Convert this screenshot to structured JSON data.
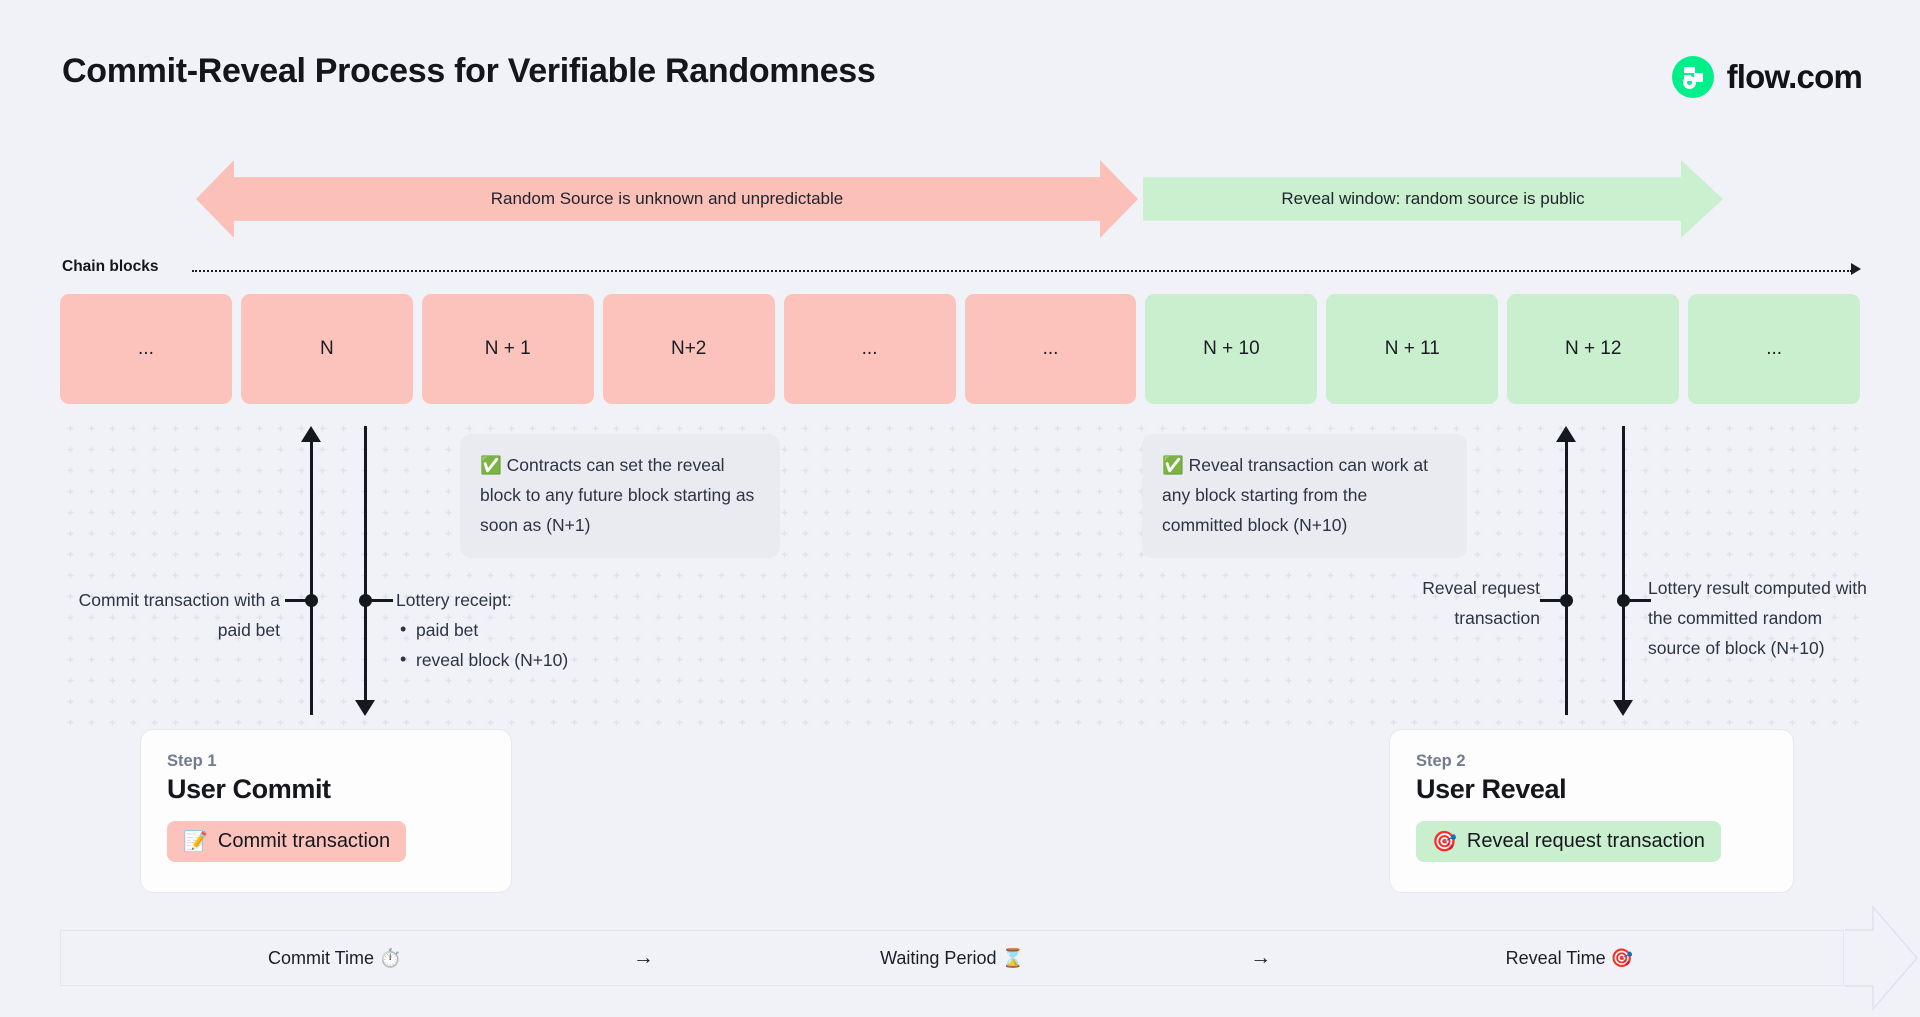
{
  "header": {
    "title": "Commit-Reveal Process for Verifiable Randomness",
    "brand": "flow.com",
    "brand_color": "#00ef8b"
  },
  "banners": [
    {
      "label": "Random Source is unknown and unpredictable",
      "color": "#fbc0b8",
      "direction": "double"
    },
    {
      "label": "Reveal window: random source is public",
      "color": "#caf0cf",
      "direction": "right"
    }
  ],
  "chain": {
    "label": "Chain blocks",
    "blocks": [
      {
        "label": "...",
        "state": "pink"
      },
      {
        "label": "N",
        "state": "pink"
      },
      {
        "label": "N + 1",
        "state": "pink"
      },
      {
        "label": "N+2",
        "state": "pink"
      },
      {
        "label": "...",
        "state": "pink"
      },
      {
        "label": "...",
        "state": "pink"
      },
      {
        "label": "N + 10",
        "state": "green"
      },
      {
        "label": "N + 11",
        "state": "green"
      },
      {
        "label": "N + 12",
        "state": "green"
      },
      {
        "label": "...",
        "state": "green"
      }
    ],
    "pink_color": "#fbc3bb",
    "green_color": "#c9efce"
  },
  "callouts": {
    "commit": {
      "icon": "white-check-mark",
      "icon_glyph": "✅",
      "text": "Contracts can set the reveal block to any future block starting as soon as (N+1)"
    },
    "reveal": {
      "icon": "white-check-mark",
      "icon_glyph": "✅",
      "text": "Reveal transaction can work at any block starting from the committed block (N+10)"
    }
  },
  "annotations": {
    "commit_tx": "Commit transaction with a paid bet",
    "lottery_receipt_title": "Lottery receipt:",
    "lottery_receipt_items": [
      "paid bet",
      "reveal block (N+10)"
    ],
    "reveal_request": "Reveal request transaction",
    "lottery_result": "Lottery result computed with the committed random source of block (N+10)"
  },
  "steps": [
    {
      "step": "Step 1",
      "title": "User Commit",
      "pill_label": "Commit transaction",
      "pill_icon": "memo-icon",
      "pill_icon_glyph": "📝",
      "pill_color": "#fbc3bb"
    },
    {
      "step": "Step 2",
      "title": "User Reveal",
      "pill_label": "Reveal request transaction",
      "pill_icon": "dart-icon",
      "pill_icon_glyph": "🎯",
      "pill_color": "#c9efce"
    }
  ],
  "timeline": {
    "segments": [
      {
        "label": "Commit Time ⏱️"
      },
      {
        "label": "Waiting Period ⌛"
      },
      {
        "label": "Reveal Time 🎯"
      }
    ],
    "arrow_glyph": "→"
  }
}
